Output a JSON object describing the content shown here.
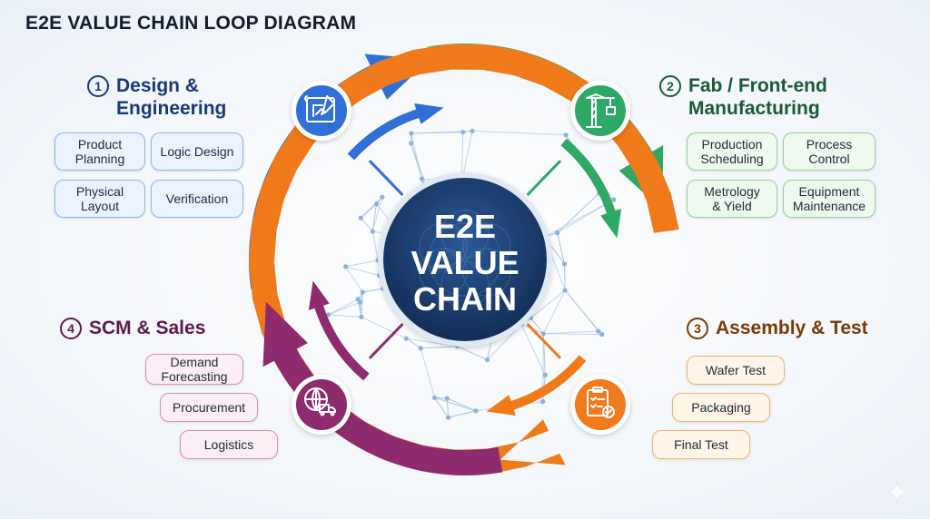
{
  "title": "E2E VALUE CHAIN LOOP DIAGRAM",
  "center": {
    "line1": "E2E",
    "line2": "VALUE",
    "line3": "CHAIN"
  },
  "colors": {
    "design": "#2f6fd6",
    "fab": "#2fa866",
    "assembly": "#f07a1a",
    "scm": "#8e2a6e",
    "hub": "#1b3f73"
  },
  "stages": {
    "design": {
      "number": "1",
      "label": "Design &\nEngineering",
      "icon": "blueprint-icon",
      "chips": [
        "Product\nPlanning",
        "Logic Design",
        "Physical\nLayout",
        "Verification"
      ]
    },
    "fab": {
      "number": "2",
      "label": "Fab / Front-end\nManufacturing",
      "icon": "crane-icon",
      "chips": [
        "Production\nScheduling",
        "Process\nControl",
        "Metrology\n& Yield",
        "Equipment\nMaintenance"
      ]
    },
    "assembly": {
      "number": "3",
      "label": "Assembly & Test",
      "icon": "checklist-icon",
      "chips": [
        "Wafer Test",
        "Packaging",
        "Final Test"
      ]
    },
    "scm": {
      "number": "4",
      "label": "SCM & Sales",
      "icon": "globe-truck-icon",
      "chips": [
        "Demand\nForecasting",
        "Procurement",
        "Logistics"
      ]
    }
  }
}
